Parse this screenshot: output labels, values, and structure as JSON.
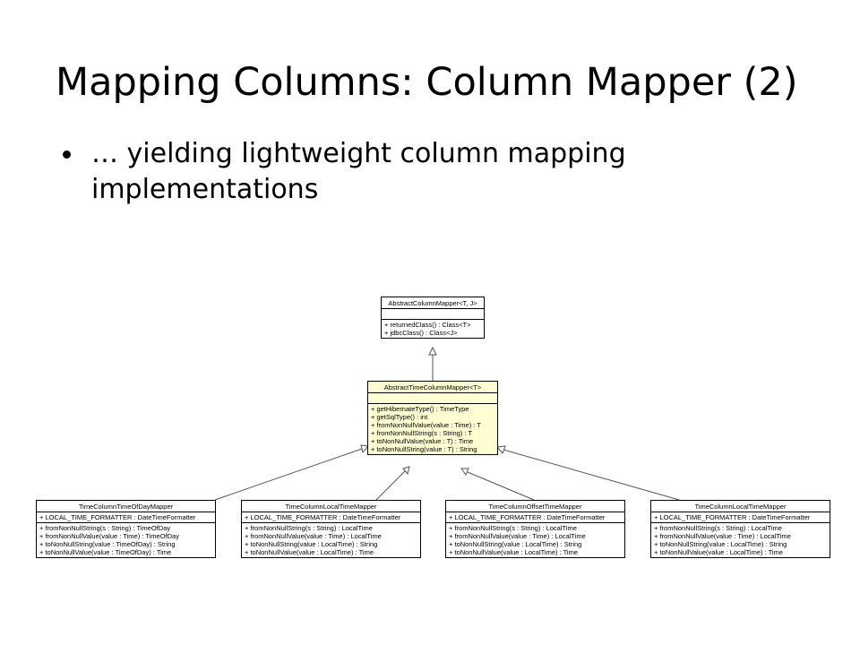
{
  "slide": {
    "title": "Mapping Columns: Column Mapper (2)",
    "bullet": "… yielding lightweight column mapping implementations"
  },
  "diagram": {
    "abstract_mapper": {
      "name": "AbstractColumnMapper<T, J>",
      "methods": [
        "+ returnedClass() : Class<T>",
        "+ jdbcClass() : Class<J>"
      ]
    },
    "abstract_time_mapper": {
      "name": "AbstractTimeColumnMapper<T>",
      "methods": [
        "+ getHibernateType() : TimeType",
        "+ getSqlType() : int",
        "+ fromNonNullValue(value : Time) : T",
        "+ fromNonNullString(s : String) : T",
        "+ toNonNullValue(value : T) : Time",
        "+ toNonNullString(value : T) : String"
      ]
    },
    "subclasses": [
      {
        "name": "TimeColumnTimeOfDayMapper",
        "field": "+ LOCAL_TIME_FORMATTER : DateTimeFormatter",
        "methods": [
          "+ fromNonNullString(s : String) : TimeOfDay",
          "+ fromNonNullValue(value : Time) : TimeOfDay",
          "+ toNonNullString(value : TimeOfDay) : String",
          "+ toNonNullValue(value : TimeOfDay) : Time"
        ]
      },
      {
        "name": "TimeColumnLocalTimeMapper",
        "field": "+ LOCAL_TIME_FORMATTER : DateTimeFormatter",
        "methods": [
          "+ fromNonNullString(s : String) : LocalTime",
          "+ fromNonNullValue(value : Time) : LocalTime",
          "+ toNonNullString(value : LocalTime) : String",
          "+ toNonNullValue(value : LocalTime) : Time"
        ]
      },
      {
        "name": "TimeColumnOffsetTimeMapper",
        "field": "+ LOCAL_TIME_FORMATTER : DateTimeFormatter",
        "methods": [
          "+ fromNonNullString(s : String) : LocalTime",
          "+ fromNonNullValue(value : Time) : LocalTime",
          "+ toNonNullString(value : LocalTime) : String",
          "+ toNonNullValue(value : LocalTime) : Time"
        ]
      },
      {
        "name": "TimeColumnLocalTimeMapper",
        "field": "+ LOCAL_TIME_FORMATTER : DateTimeFormatter",
        "methods": [
          "+ fromNonNullString(s : String) : LocalTime",
          "+ fromNonNullValue(value : Time) : LocalTime",
          "+ toNonNullString(value : LocalTime) : String",
          "+ toNonNullValue(value : LocalTime) : Time"
        ]
      }
    ],
    "highlight_color": "#fffdd2"
  }
}
